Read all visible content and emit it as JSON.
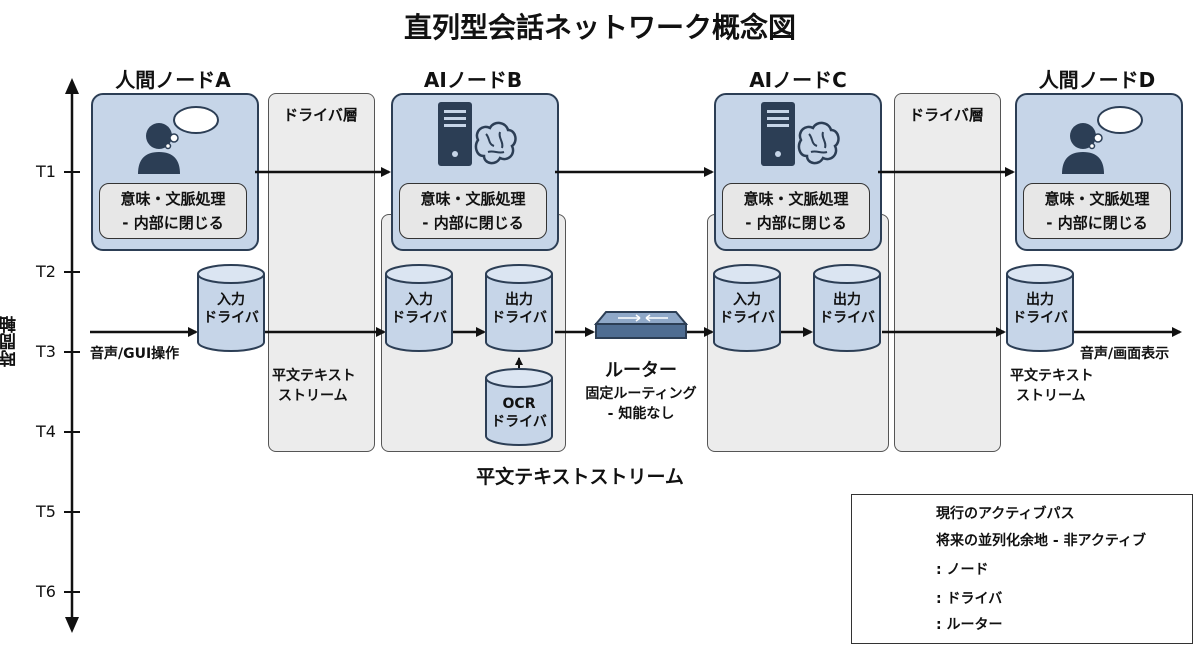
{
  "title": "直列型会話ネットワーク概念図",
  "time_axis": {
    "label": "時間軸",
    "ticks": [
      "T1",
      "T2",
      "T3",
      "T4",
      "T5",
      "T6"
    ]
  },
  "nodes": {
    "a": {
      "label": "人間ノードA",
      "process_line1": "意味・文脈処理",
      "process_line2": "- 内部に閉じる"
    },
    "b": {
      "label": "AIノードB",
      "process_line1": "意味・文脈処理",
      "process_line2": "- 内部に閉じる"
    },
    "c": {
      "label": "AIノードC",
      "process_line1": "意味・文脈処理",
      "process_line2": "- 内部に閉じる"
    },
    "d": {
      "label": "人間ノードD",
      "process_line1": "意味・文脈処理",
      "process_line2": "- 内部に閉じる"
    }
  },
  "driver_layers": {
    "left": {
      "label": "ドライバ層",
      "stream_line1": "平文テキスト",
      "stream_line2": "ストリーム"
    },
    "right": {
      "label": "ドライバ層",
      "stream_line1": "平文テキスト",
      "stream_line2": "ストリーム"
    }
  },
  "drivers": {
    "input_line1": "入力",
    "output_line1": "出力",
    "line2": "ドライバ",
    "ocr_line1": "OCR"
  },
  "io": {
    "input": "音声/GUI操作",
    "output": "音声/画面表示"
  },
  "router": {
    "label": "ルーター",
    "desc_line1": "固定ルーティング",
    "desc_line2": "- 知能なし"
  },
  "stream_caption": "平文テキストストリーム",
  "legend": {
    "active_path": "現行のアクティブパス",
    "future_path": "将来の並列化余地 - 非アクティブ",
    "node": ": ノード",
    "driver": ": ドライバ",
    "router": ": ルーター"
  },
  "colors": {
    "node_fill": "#c6d5e8",
    "node_border": "#2c3e55",
    "layer_fill": "#ececec",
    "router_fill": "#5f7ea3"
  }
}
